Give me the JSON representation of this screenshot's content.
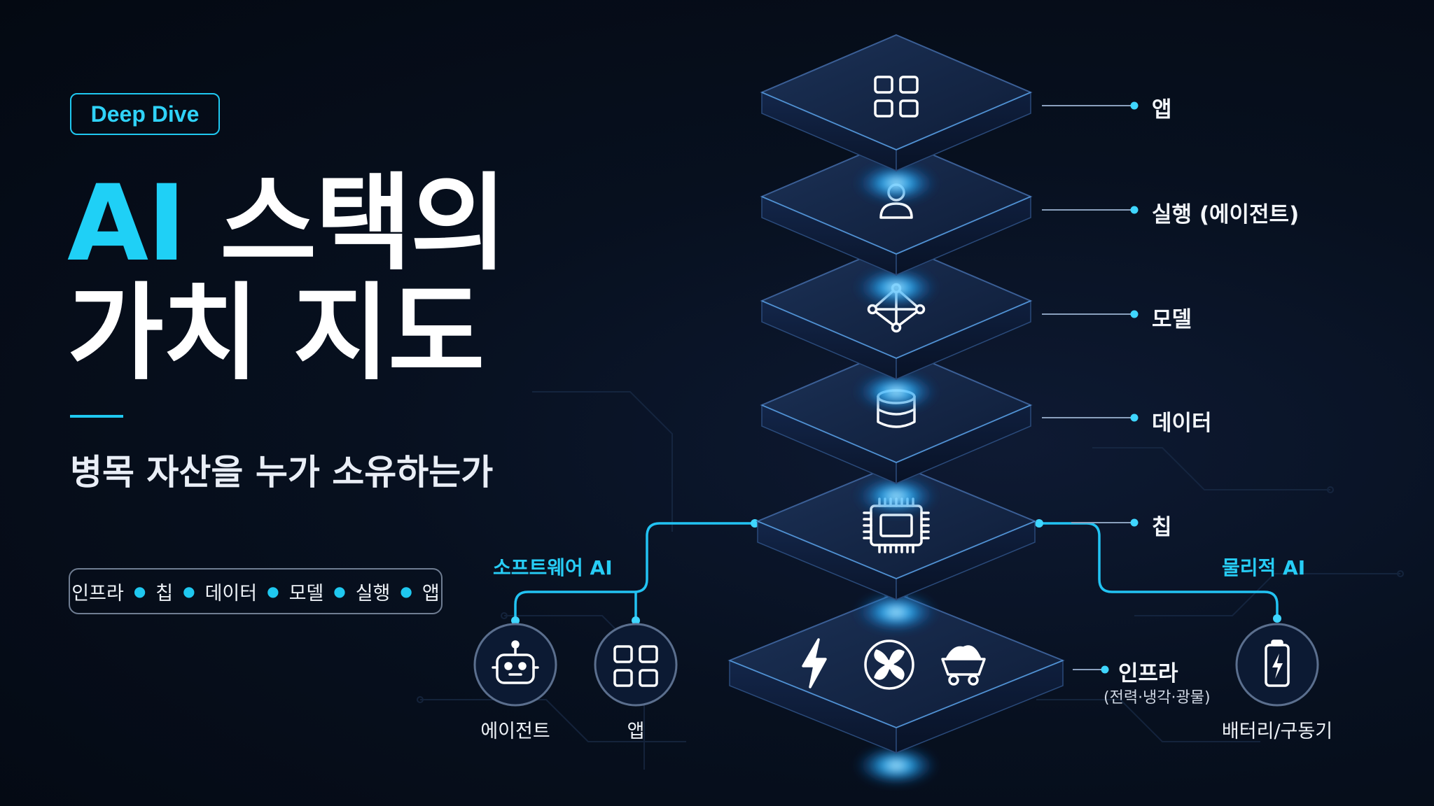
{
  "badge": "Deep Dive",
  "title": {
    "line1_accent": "AI",
    "line1_rest": "스택의",
    "line2": "가치 지도"
  },
  "subtitle": "병목 자산을 누가 소유하는가",
  "stack_summary": [
    "인프라",
    "칩",
    "데이터",
    "모델",
    "실행",
    "앱"
  ],
  "layers": [
    {
      "label": "앱",
      "icon": "grid-icon"
    },
    {
      "label": "실행 (에이전트)",
      "icon": "user-icon"
    },
    {
      "label": "모델",
      "icon": "network-icon"
    },
    {
      "label": "데이터",
      "icon": "database-icon"
    },
    {
      "label": "칩",
      "icon": "chip-icon"
    }
  ],
  "infra": {
    "label": "인프라",
    "sub": "(전력·냉각·광물)",
    "icons": [
      "lightning-icon",
      "fan-icon",
      "mine-cart-icon"
    ]
  },
  "software_ai": {
    "label": "소프트웨어 AI",
    "items": [
      {
        "label": "에이전트",
        "icon": "robot-icon"
      },
      {
        "label": "앱",
        "icon": "grid-icon"
      }
    ]
  },
  "physical_ai": {
    "label": "물리적 AI",
    "items": [
      {
        "label": "배터리/구동기",
        "icon": "battery-icon"
      }
    ]
  },
  "colors": {
    "accent": "#1fc8f0",
    "background": "#07101f",
    "tile_top": "#16284a",
    "glow": "#2aa8ff"
  }
}
